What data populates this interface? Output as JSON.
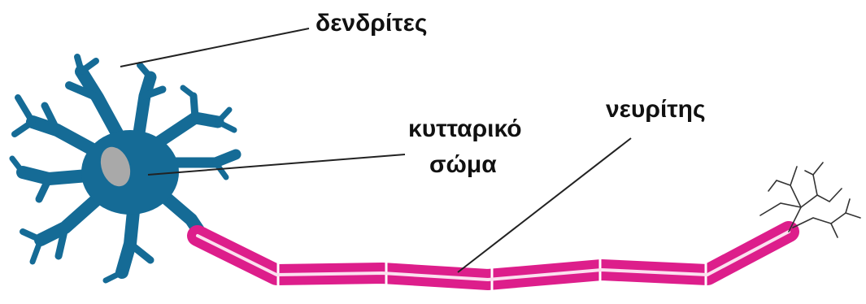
{
  "labels": {
    "dendrites": "δενδρίτες",
    "cell_body_line1": "κυτταρικό",
    "cell_body_line2": "σώμα",
    "axon": "νευρίτης"
  },
  "colors": {
    "cell_body": "#156b96",
    "nucleus": "#a9a9a9",
    "myelin": "#dd1e8b",
    "axon_core": "#fbe0ef",
    "leader_lines": "#222222",
    "terminal_branches": "#333333"
  }
}
